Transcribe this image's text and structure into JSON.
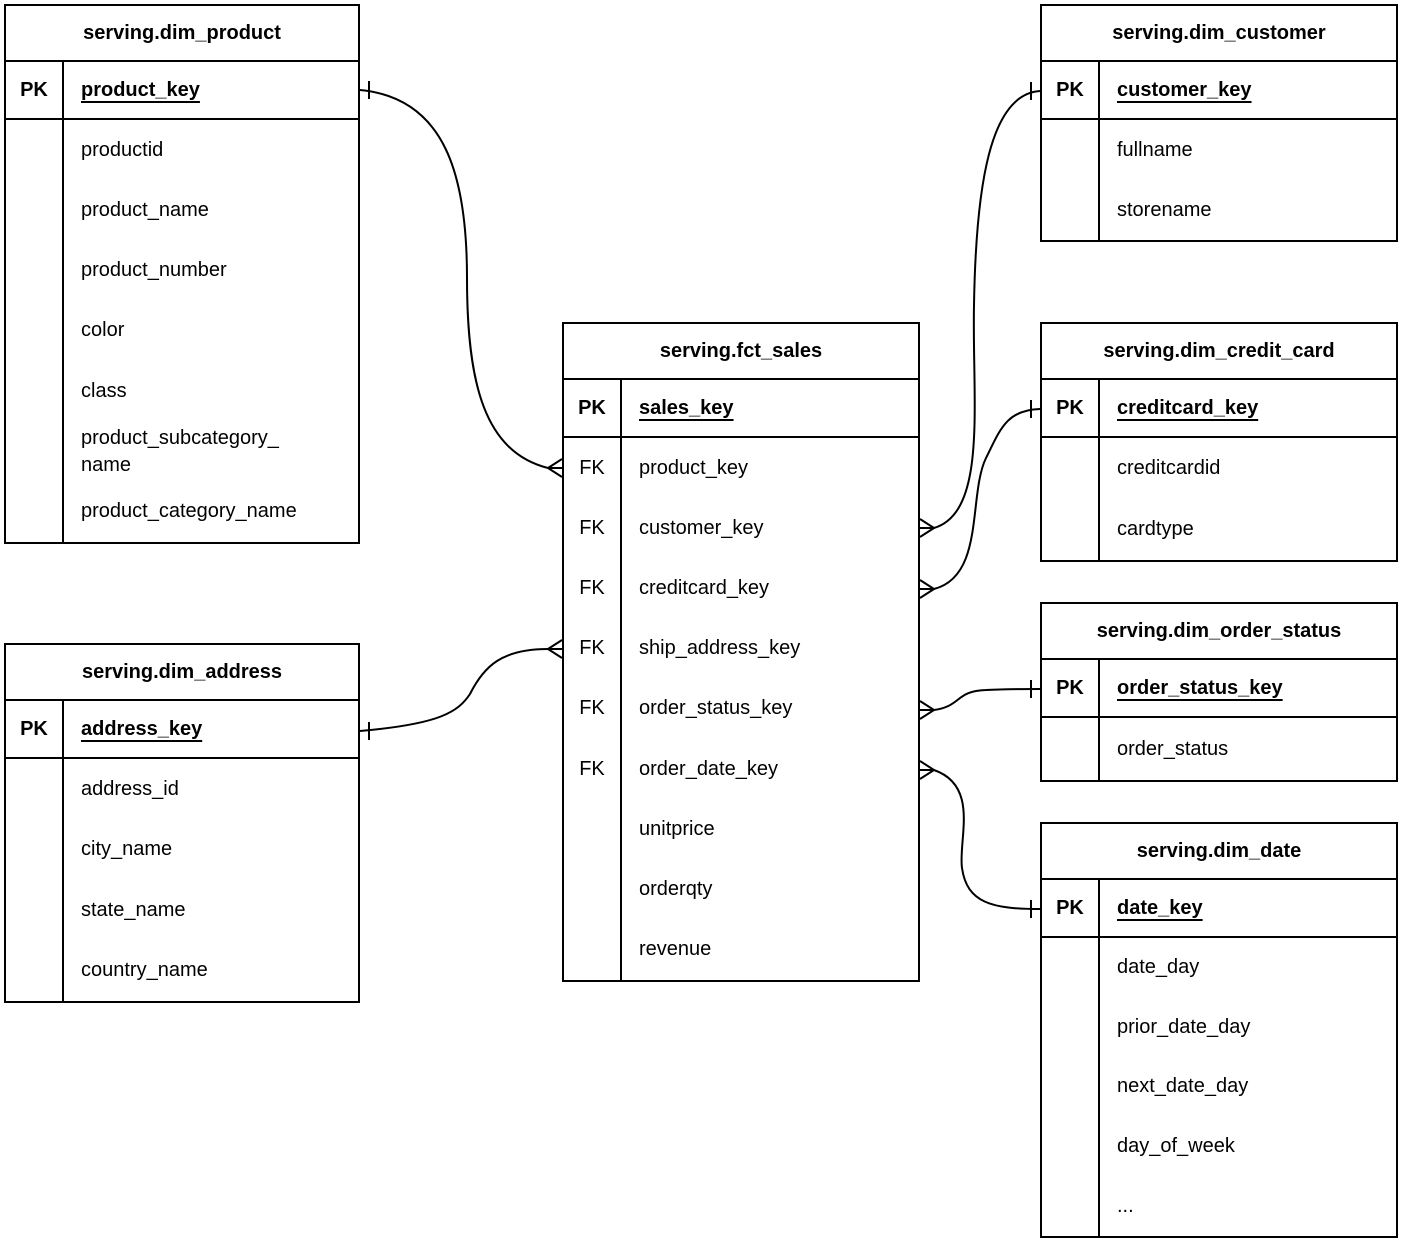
{
  "tables": {
    "dim_product": {
      "title": "serving.dim_product",
      "pk_badge": "PK",
      "pk_field": "product_key",
      "fields": [
        "productid",
        "product_name",
        "product_number",
        "color",
        "class",
        "product_subcategory_name",
        "product_category_name"
      ]
    },
    "dim_address": {
      "title": "serving.dim_address",
      "pk_badge": "PK",
      "pk_field": "address_key",
      "fields": [
        "address_id",
        "city_name",
        "state_name",
        "country_name"
      ]
    },
    "fct_sales": {
      "title": "serving.fct_sales",
      "pk_badge": "PK",
      "pk_field": "sales_key",
      "fields": [
        {
          "badge": "FK",
          "name": "product_key"
        },
        {
          "badge": "FK",
          "name": "customer_key"
        },
        {
          "badge": "FK",
          "name": "creditcard_key"
        },
        {
          "badge": "FK",
          "name": "ship_address_key"
        },
        {
          "badge": "FK",
          "name": "order_status_key"
        },
        {
          "badge": "FK",
          "name": "order_date_key"
        },
        {
          "badge": "",
          "name": "unitprice"
        },
        {
          "badge": "",
          "name": "orderqty"
        },
        {
          "badge": "",
          "name": "revenue"
        }
      ]
    },
    "dim_customer": {
      "title": "serving.dim_customer",
      "pk_badge": "PK",
      "pk_field": "customer_key",
      "fields": [
        "fullname",
        "storename"
      ]
    },
    "dim_credit_card": {
      "title": "serving.dim_credit_card",
      "pk_badge": "PK",
      "pk_field": "creditcard_key",
      "fields": [
        "creditcardid",
        "cardtype"
      ]
    },
    "dim_order_status": {
      "title": "serving.dim_order_status",
      "pk_badge": "PK",
      "pk_field": "order_status_key",
      "fields": [
        "order_status"
      ]
    },
    "dim_date": {
      "title": "serving.dim_date",
      "pk_badge": "PK",
      "pk_field": "date_key",
      "fields": [
        "date_day",
        "prior_date_day",
        "next_date_day",
        "day_of_week",
        "..."
      ]
    }
  },
  "relationships": [
    {
      "from_table": "serving.fct_sales",
      "from_field": "product_key",
      "from_cardinality": "many",
      "to_table": "serving.dim_product",
      "to_field": "product_key",
      "to_cardinality": "one"
    },
    {
      "from_table": "serving.fct_sales",
      "from_field": "ship_address_key",
      "from_cardinality": "many",
      "to_table": "serving.dim_address",
      "to_field": "address_key",
      "to_cardinality": "one"
    },
    {
      "from_table": "serving.fct_sales",
      "from_field": "customer_key",
      "from_cardinality": "many",
      "to_table": "serving.dim_customer",
      "to_field": "customer_key",
      "to_cardinality": "one"
    },
    {
      "from_table": "serving.fct_sales",
      "from_field": "creditcard_key",
      "from_cardinality": "many",
      "to_table": "serving.dim_credit_card",
      "to_field": "creditcard_key",
      "to_cardinality": "one"
    },
    {
      "from_table": "serving.fct_sales",
      "from_field": "order_status_key",
      "from_cardinality": "many",
      "to_table": "serving.dim_order_status",
      "to_field": "order_status_key",
      "to_cardinality": "one"
    },
    {
      "from_table": "serving.fct_sales",
      "from_field": "order_date_key",
      "from_cardinality": "many",
      "to_table": "serving.dim_date",
      "to_field": "date_key",
      "to_cardinality": "one"
    }
  ],
  "colors": {
    "line": "#000000",
    "text": "#000000",
    "background": "#ffffff"
  }
}
